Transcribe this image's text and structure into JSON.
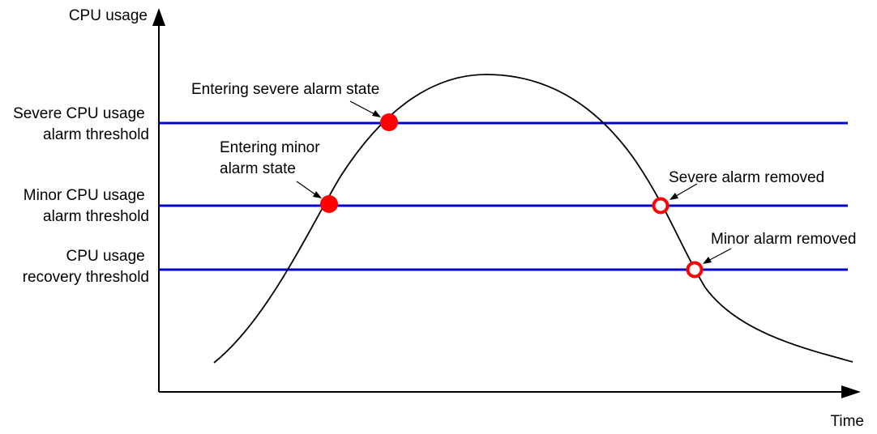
{
  "axes": {
    "y_label": "CPU usage",
    "x_label": "Time"
  },
  "thresholds": [
    {
      "id": "severe",
      "lines": [
        "Severe CPU usage",
        "alarm threshold"
      ]
    },
    {
      "id": "minor",
      "lines": [
        "Minor CPU usage",
        "alarm threshold"
      ]
    },
    {
      "id": "recovery",
      "lines": [
        "CPU usage",
        "recovery threshold"
      ]
    }
  ],
  "events": {
    "entering_severe": {
      "lines": [
        "Entering severe alarm state"
      ],
      "marker": "filled"
    },
    "entering_minor": {
      "lines": [
        "Entering minor",
        "alarm state"
      ],
      "marker": "filled"
    },
    "severe_removed": {
      "lines": [
        "Severe alarm removed"
      ],
      "marker": "hollow"
    },
    "minor_removed": {
      "lines": [
        "Minor alarm removed"
      ],
      "marker": "hollow"
    }
  },
  "colors": {
    "threshold_line": "#0000cc",
    "marker": "#ff0000",
    "curve": "#000000",
    "axis": "#000000"
  }
}
